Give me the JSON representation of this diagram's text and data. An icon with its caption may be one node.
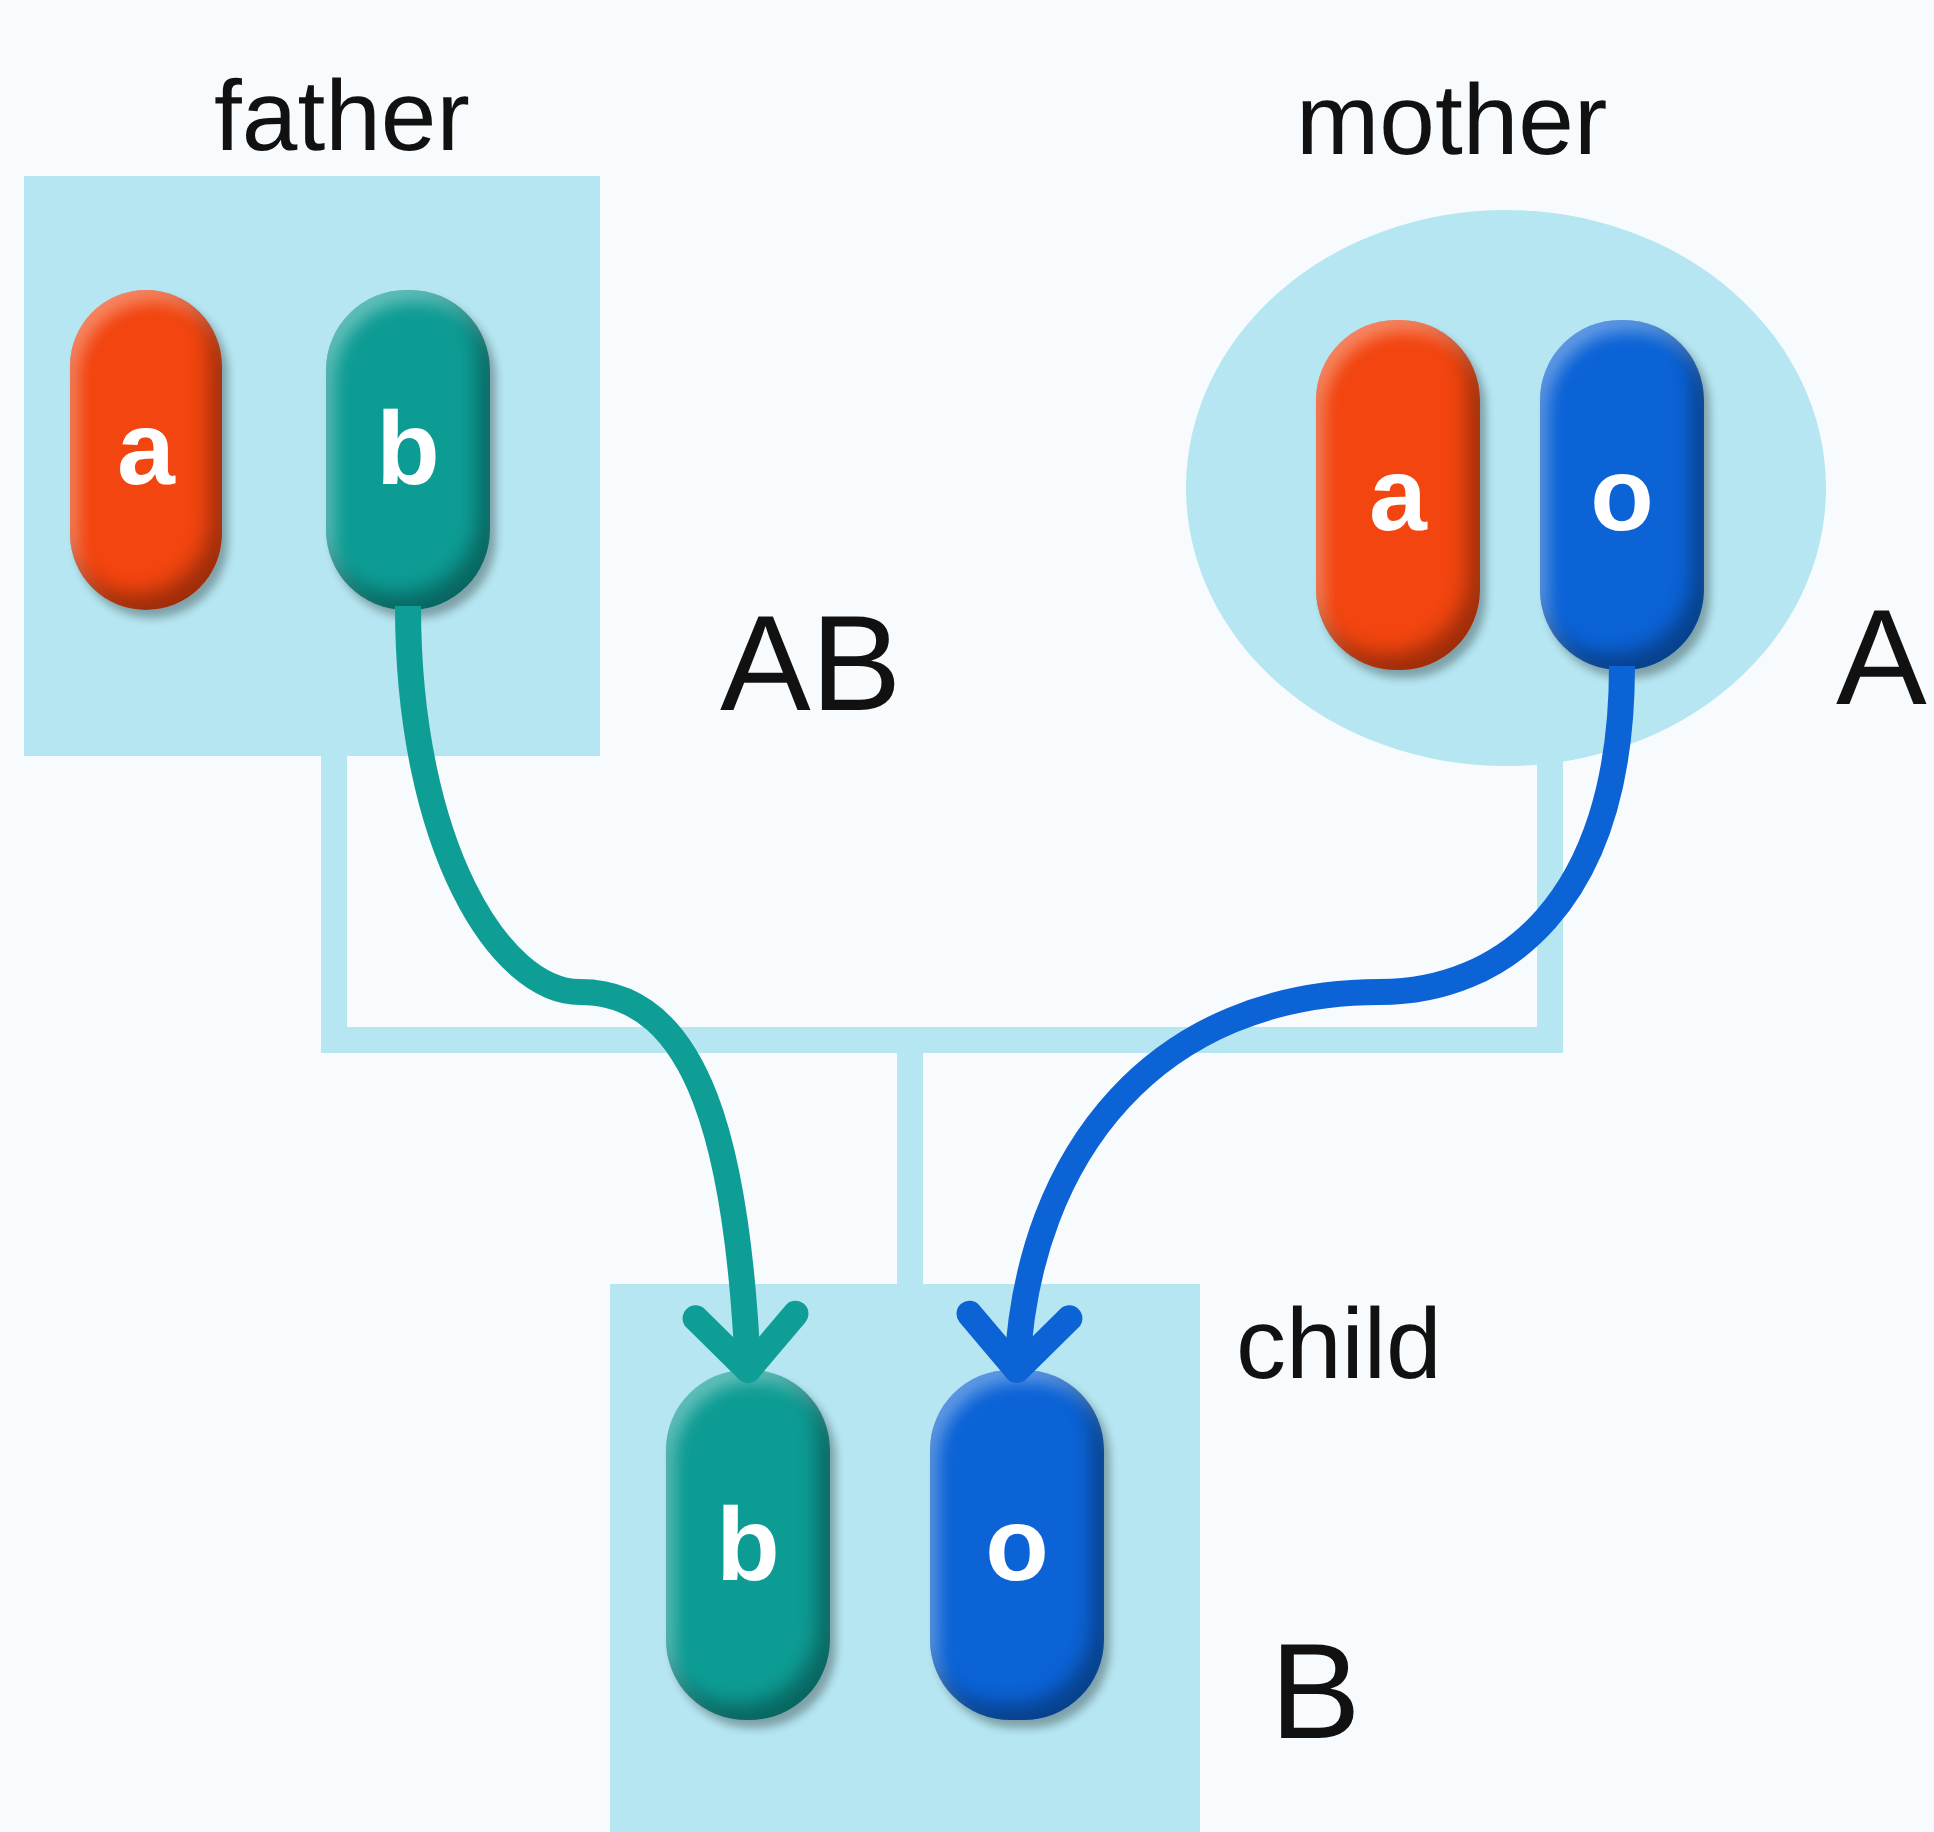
{
  "diagram": {
    "nodes": [
      {
        "text": [
          "father"
        ],
        "beside": [
          "AB"
        ]
      },
      {
        "text": [
          "a"
        ],
        "in": 0
      },
      {
        "text": [
          "b"
        ],
        "in": 0
      },
      {
        "text": [
          "mother"
        ],
        "beside": [
          "A"
        ]
      },
      {
        "text": [
          "a"
        ],
        "in": 3
      },
      {
        "text": [
          "o"
        ],
        "in": 3
      },
      {
        "text": [
          "child"
        ],
        "beside": [
          "B"
        ]
      },
      {
        "text": [
          "b"
        ],
        "in": 6
      },
      {
        "text": [
          "o"
        ],
        "in": 6
      }
    ],
    "edges": [
      {
        "from": 0,
        "to": 6,
        "arrow": "none"
      },
      {
        "from": 3,
        "to": 6,
        "arrow": "none"
      },
      {
        "from": 2,
        "to": 7,
        "arrow": "to",
        "color": "#0e9e96"
      },
      {
        "from": 5,
        "to": 8,
        "arrow": "to",
        "color": "#0b63d6"
      }
    ]
  }
}
